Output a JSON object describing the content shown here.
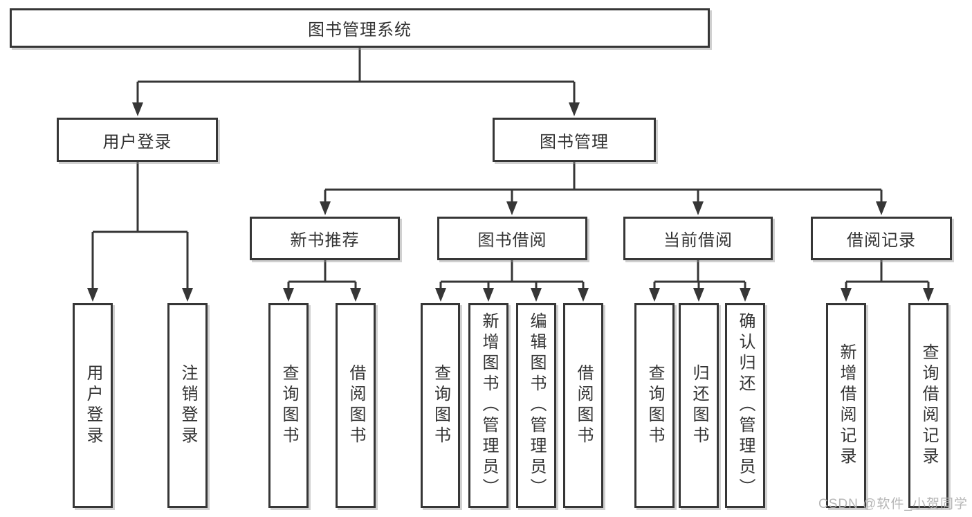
{
  "title": "图书管理系统",
  "tree": {
    "root": {
      "label": "图书管理系统"
    },
    "children": [
      {
        "label": "用户登录",
        "children": [
          {
            "label": "用户登录"
          },
          {
            "label": "注销登录"
          }
        ]
      },
      {
        "label": "图书管理",
        "children": [
          {
            "label": "新书推荐",
            "children": [
              {
                "label": "查询图书"
              },
              {
                "label": "借阅图书"
              }
            ]
          },
          {
            "label": "图书借阅",
            "children": [
              {
                "label": "查询图书"
              },
              {
                "label": "新增图书（管理员）"
              },
              {
                "label": "编辑图书（管理员）"
              },
              {
                "label": "借阅图书"
              }
            ]
          },
          {
            "label": "当前借阅",
            "children": [
              {
                "label": "查询图书"
              },
              {
                "label": "归还图书"
              },
              {
                "label": "确认归还（管理员）"
              }
            ]
          },
          {
            "label": "借阅记录",
            "children": [
              {
                "label": "新增借阅记录"
              },
              {
                "label": "查询借阅记录"
              }
            ]
          }
        ]
      }
    ]
  },
  "watermark": {
    "text": "CSDN @软件_小贺同学"
  },
  "colors": {
    "line": "#363636",
    "text": "#333333",
    "background": "#ffffff",
    "watermark": "#b3b3b3"
  }
}
